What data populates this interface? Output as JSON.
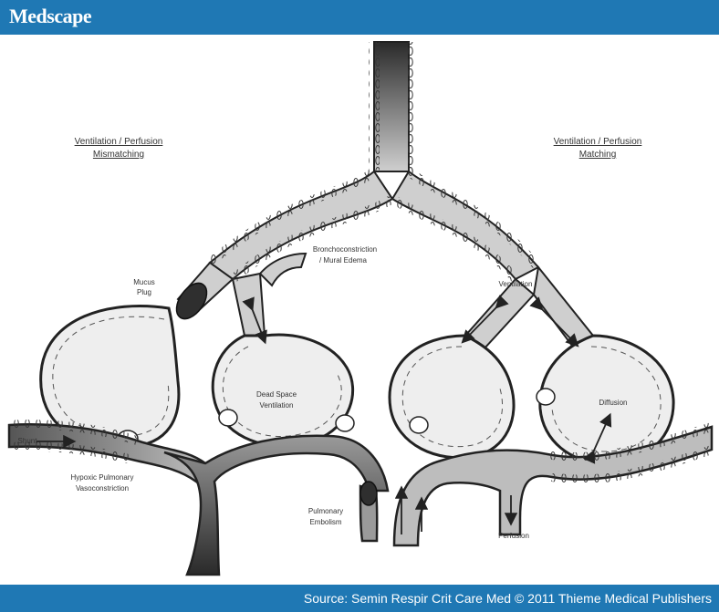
{
  "header": {
    "brand": "Medscape"
  },
  "footer": {
    "source": "Source: Semin Respir Crit Care Med © 2011 Thieme Medical Publishers"
  },
  "diagram": {
    "left_title_line1": "Ventilation / Perfusion",
    "left_title_line2": "Mismatching",
    "right_title_line1": "Ventilation / Perfusion",
    "right_title_line2": "Matching",
    "bronchoconstriction_line1": "Bronchoconstriction",
    "bronchoconstriction_line2": "/ Mural Edema",
    "mucus_line1": "Mucus",
    "mucus_line2": "Plug",
    "ventilation": "Ventilation",
    "dead_space_line1": "Dead Space",
    "dead_space_line2": "Ventilation",
    "diffusion": "Diffusion",
    "shunt": "Shunt",
    "hypoxic_line1": "Hypoxic Pulmonary",
    "hypoxic_line2": "Vasoconstriction",
    "embolism_line1": "Pulmonary",
    "embolism_line2": "Embolism",
    "perfusion": "Perfusion"
  },
  "colors": {
    "header_bg": "#1f78b4",
    "airway_fill": "#cfcfcf",
    "alveolus_fill": "#eeeeee",
    "vessel_fill": "#9a9a9a",
    "dark_fill": "#2f2f2f"
  }
}
